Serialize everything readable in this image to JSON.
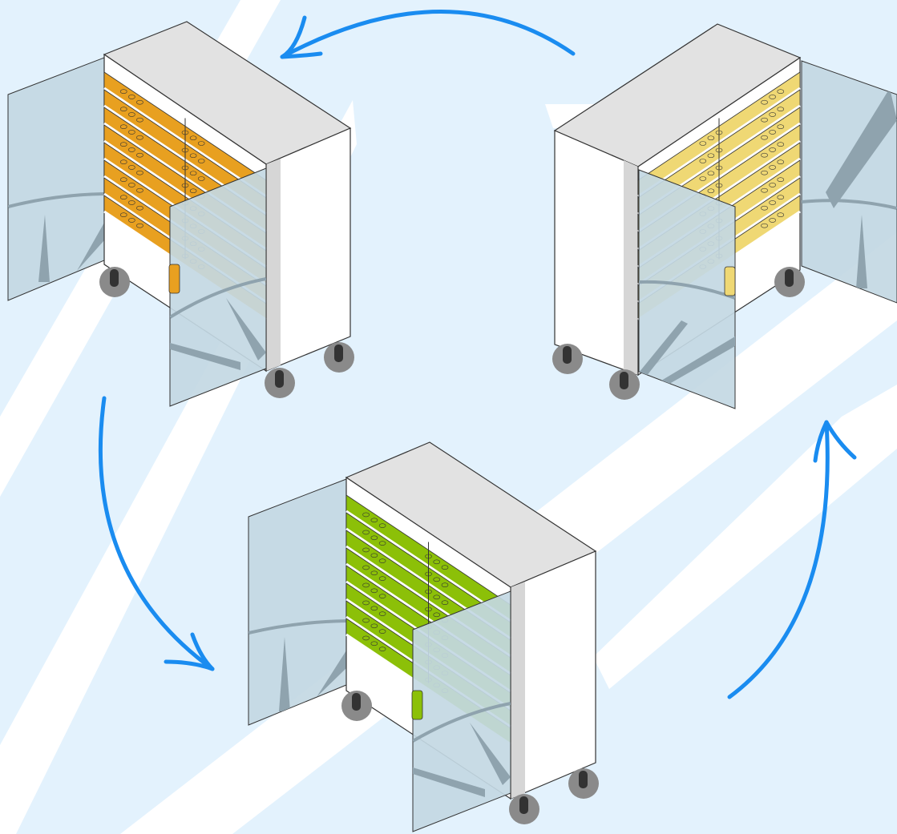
{
  "scene": {
    "background_color": "#e3f2fd",
    "light_beam_color": "#ffffff",
    "arrow_color": "#1a8cf0",
    "arrow_direction": "counter-clockwise",
    "arrow_count": 3
  },
  "carts": [
    {
      "id": "cart-orange",
      "shelf_color": "#e8a020",
      "shelf_count": 8,
      "doors": "open",
      "wheel_count": 4
    },
    {
      "id": "cart-yellow",
      "shelf_color": "#efd874",
      "shelf_count": 8,
      "doors": "open",
      "wheel_count": 4
    },
    {
      "id": "cart-green",
      "shelf_color": "#8cc008",
      "shelf_count": 8,
      "doors": "open",
      "wheel_count": 4
    }
  ],
  "palette": {
    "cart_body": "#ffffff",
    "cart_top": "#e2e2e2",
    "cart_edge": "#d6d6d6",
    "door_glass": "#c3d8e3",
    "door_glass_dark": "#b3cad8",
    "door_reflection": "#8fa3ae",
    "wheel_tire": "#8a8a8a",
    "wheel_hub": "#333333",
    "outline": "#333333"
  }
}
